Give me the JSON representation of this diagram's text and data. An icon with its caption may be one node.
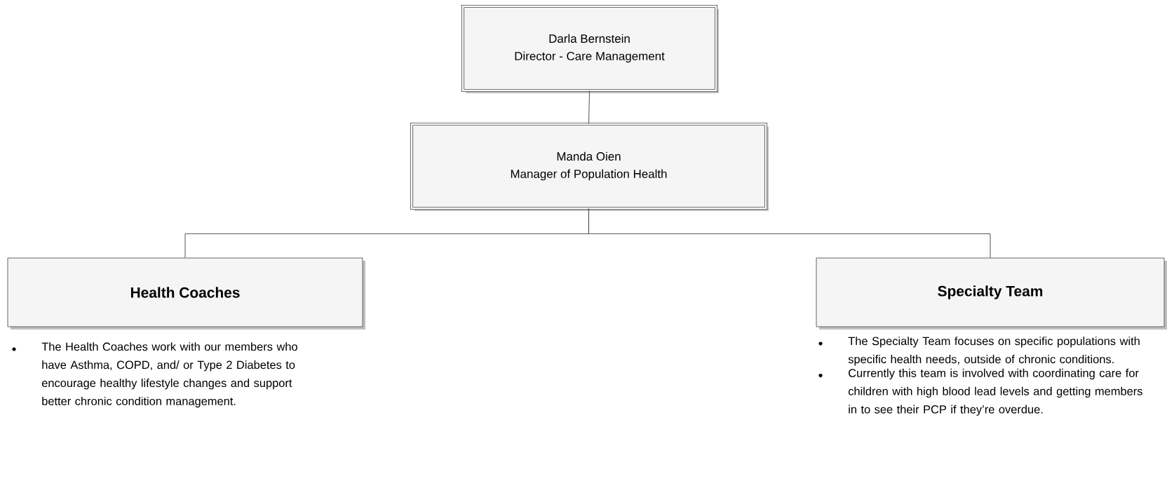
{
  "diagram": {
    "nodes": [
      {
        "text": [
          "Darla Bernstein",
          "Director - Care Management"
        ]
      },
      {
        "text": [
          "Manda Oien",
          "Manager of Population Health"
        ]
      },
      {
        "text": [
          "**Health Coaches**"
        ],
        "beside": [
          "The Health Coaches work with our members who have Asthma, COPD, and/ or Type 2 Diabetes to encourage healthy lifestyle changes and support better chronic condition management."
        ]
      },
      {
        "text": [
          "**Specialty Team**"
        ],
        "beside": [
          "The Specialty Team focuses on specific populations with specific health needs, outside of chronic conditions.",
          "Currently this team is involved with coordinating care for children with high blood lead levels and getting members in to see their PCP if they’re overdue."
        ]
      }
    ],
    "edges": [
      {
        "from": 0,
        "to": 1,
        "arrow": "none"
      },
      {
        "from": 1,
        "to": 2,
        "arrow": "none"
      },
      {
        "from": 1,
        "to": 3,
        "arrow": "none"
      }
    ]
  }
}
